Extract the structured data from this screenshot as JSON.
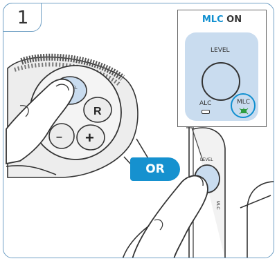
{
  "step_number": "1",
  "remote": {
    "level_label": "LEVEL",
    "r_label": "R",
    "plus_label": "+",
    "minus_label": "–"
  },
  "or_label": "OR",
  "device": {
    "level_label": "LEVEL",
    "mlc_label": "MLC"
  },
  "callout": {
    "title_highlight": "MLC",
    "title_rest": " ON",
    "level_label": "LEVEL",
    "alc_label": "ALC",
    "mlc_label": "MLC"
  },
  "colors": {
    "frame": "#6f9fc4",
    "accent_blue": "#0f8fd0",
    "button_fill": "#c9dcef",
    "or_badge": "#1691cf",
    "mlc_icon": "#2e9d3f"
  }
}
